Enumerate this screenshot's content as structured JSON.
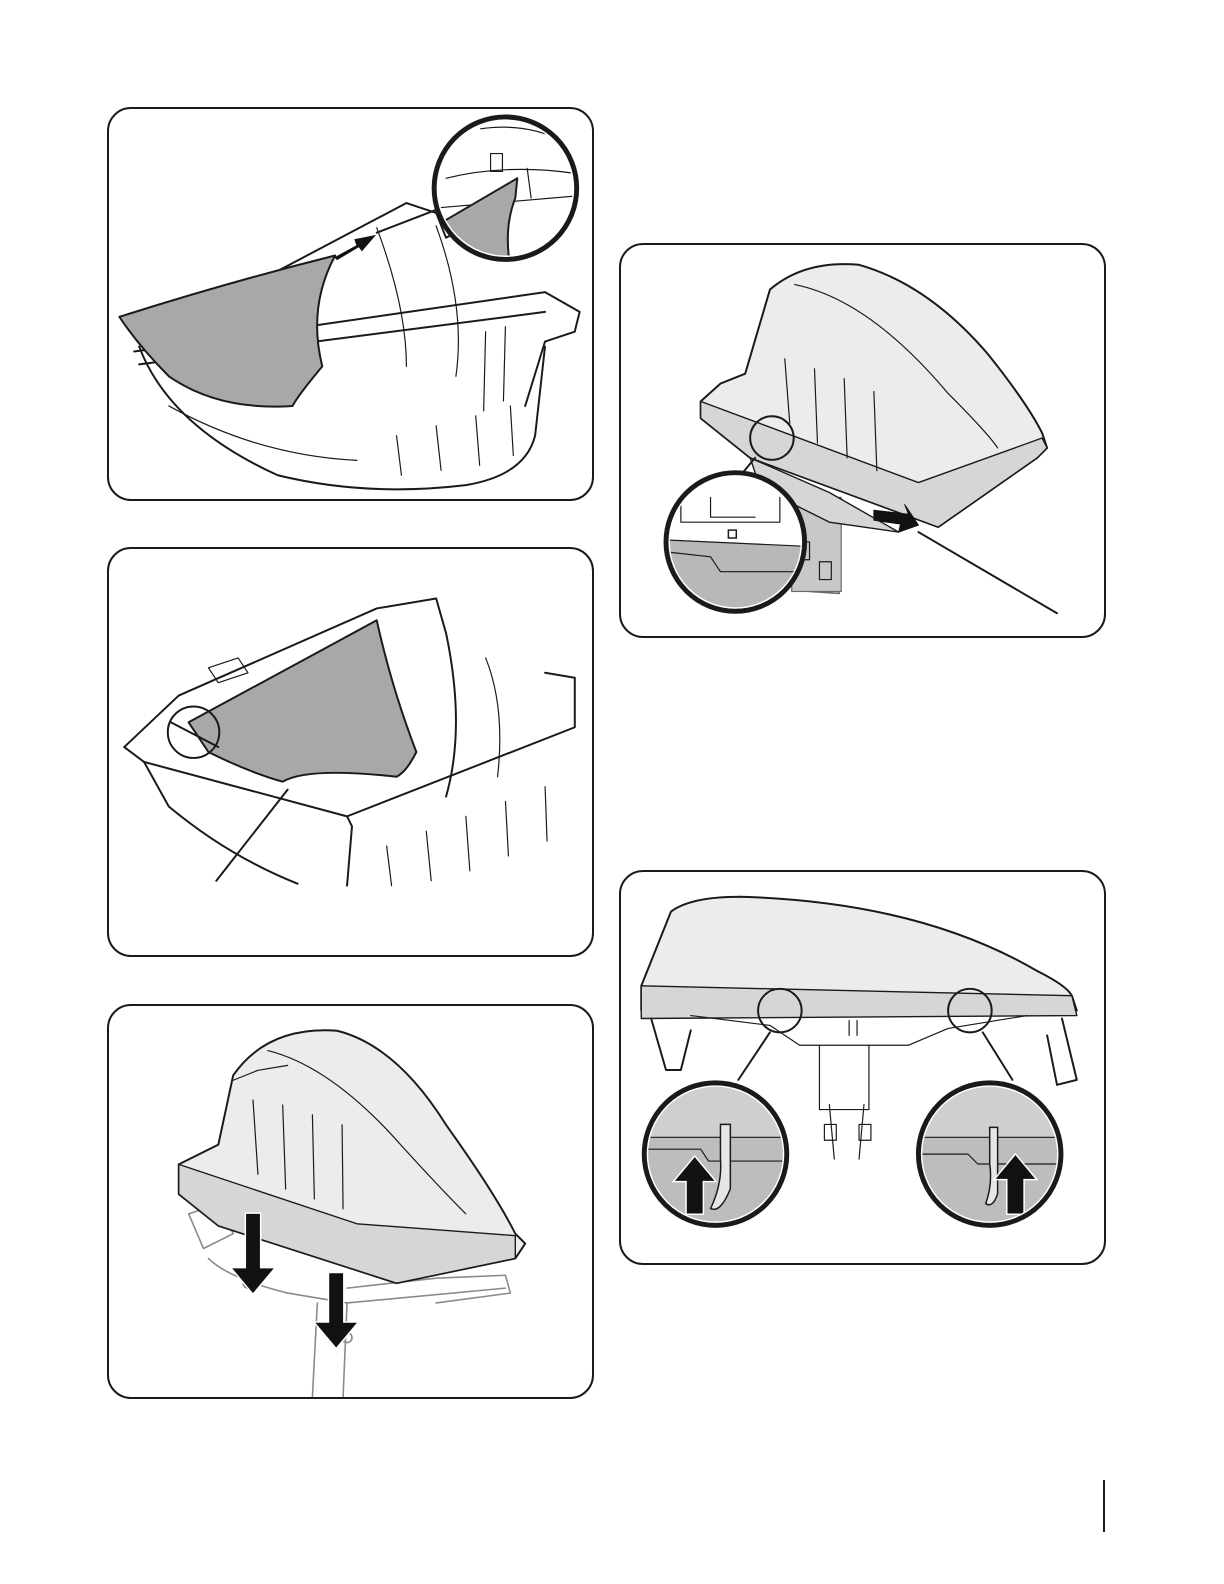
{
  "figures": [
    {
      "id": "fig1",
      "icons": [
        "bag-liner",
        "catcher-frame",
        "detail-magnifier",
        "insert-arrow"
      ]
    },
    {
      "id": "fig2",
      "icons": [
        "bag-liner",
        "catcher-frame",
        "detail-circle",
        "leader-line"
      ]
    },
    {
      "id": "fig3",
      "icons": [
        "catcher-lid",
        "down-arrow",
        "down-arrow",
        "mounting-frame"
      ]
    },
    {
      "id": "fig4",
      "icons": [
        "catcher-lid",
        "detail-magnifier",
        "insert-arrow",
        "leader-line"
      ]
    },
    {
      "id": "fig5",
      "icons": [
        "catcher-lid",
        "detail-magnifier",
        "detail-magnifier",
        "up-arrow",
        "up-arrow"
      ]
    }
  ],
  "colors": {
    "outline": "#1a1a1a",
    "bag_fill": "#a8a8a8",
    "lid_fill": "#ececec"
  }
}
